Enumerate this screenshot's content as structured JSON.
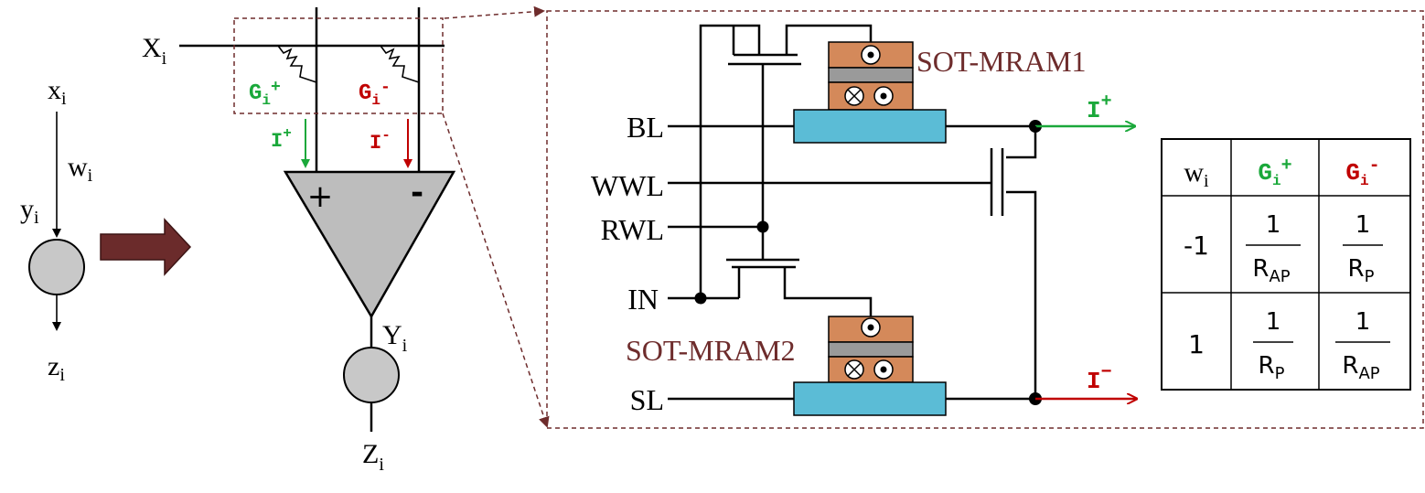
{
  "colors": {
    "green": "#1aa83a",
    "red": "#c00000",
    "maroon": "#6e2c2c",
    "arrow_fill": "#6b2b2b",
    "neuron_fill": "#c8c8c8",
    "copper": "#d4895a",
    "oxide": "#9a9a9a",
    "channel": "#5bbcd6"
  },
  "neuron": {
    "input": "x",
    "weight": "w",
    "sum": "y",
    "output": "z",
    "sub": "i"
  },
  "crossbar": {
    "input": "X",
    "sub": "i",
    "g_pos": "G",
    "g_pos_sup": "+",
    "g_neg": "G",
    "g_neg_sup": "-",
    "i_pos": "I",
    "i_pos_sup": "+",
    "i_neg": "I",
    "i_neg_sup": "-",
    "plus_sign": "+",
    "minus_sign": "-",
    "sum_out": "Y",
    "out": "Z"
  },
  "circuit": {
    "lines": [
      "BL",
      "WWL",
      "RWL",
      "IN",
      "SL"
    ],
    "mram1": "SOT-MRAM1",
    "mram2": "SOT-MRAM2",
    "out_pos": "I",
    "out_pos_sup": "+",
    "out_neg": "I",
    "out_neg_sup": "−"
  },
  "table": {
    "headers": [
      {
        "main": "w",
        "sub": "i",
        "sup": ""
      },
      {
        "main": "G",
        "sub": "i",
        "sup": "+"
      },
      {
        "main": "G",
        "sub": "i",
        "sup": "-"
      }
    ],
    "rows": [
      {
        "w": "-1",
        "g_pos": {
          "num": "1",
          "den": "R",
          "den_sub": "AP"
        },
        "g_neg": {
          "num": "1",
          "den": "R",
          "den_sub": "P"
        }
      },
      {
        "w": "1",
        "g_pos": {
          "num": "1",
          "den": "R",
          "den_sub": "P"
        },
        "g_neg": {
          "num": "1",
          "den": "R",
          "den_sub": "AP"
        }
      }
    ]
  }
}
